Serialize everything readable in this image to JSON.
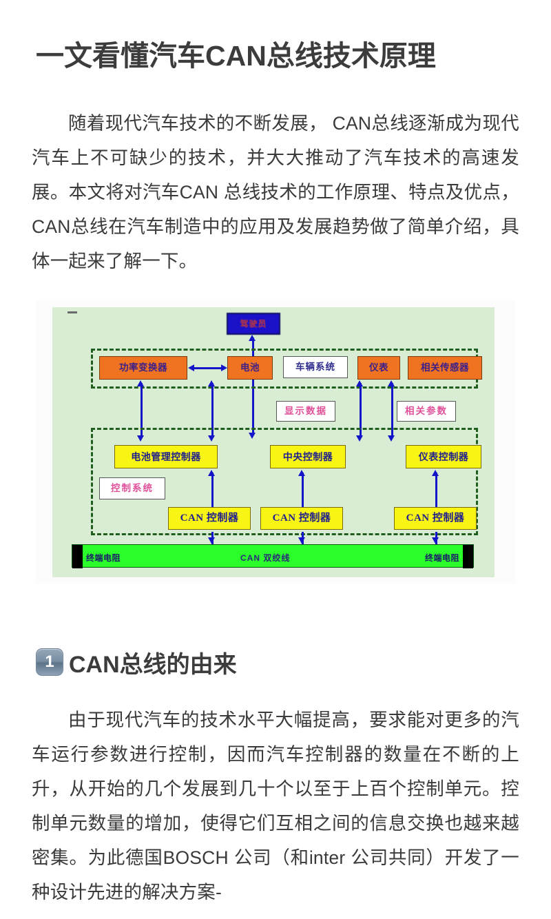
{
  "article": {
    "title": "一文看懂汽车CAN总线技术原理",
    "intro_paragraph": "随着现代汽车技术的不断发展， CAN总线逐渐成为现代汽车上不可缺少的技术，并大大推动了汽车技术的高速发展。本文将对汽车CAN 总线技术的工作原理、特点及优点，CAN总线在汽车制造中的应用及发展趋势做了简单介绍，具体一起来了解一下。"
  },
  "figure": {
    "top_blue_box": "驾驶员",
    "layer1": {
      "power_converter": "功率变换器",
      "battery": "电池",
      "vehicle_system": "车辆系统",
      "instrument": "仪表",
      "related_sensor": "相关传感器"
    },
    "middle_labels": {
      "display_data": "显示数据",
      "related_params": "相关参数"
    },
    "layer2": {
      "control_system": "控制系统",
      "battery_mgmt_controller": "电池管理控制器",
      "central_controller": "中央控制器",
      "instrument_controller": "仪表控制器",
      "can_controller_1": "CAN 控制器",
      "can_controller_2": "CAN 控制器",
      "can_controller_3": "CAN 控制器"
    },
    "bus": {
      "terminator_left": "终端电阻",
      "bus_name": "CAN 双绞线",
      "terminator_right": "终端电阻"
    },
    "colors": {
      "panel_bg": "#d9ecd4",
      "orange_node": "#ef7320",
      "yellow_node": "#f8f413",
      "blue_node": "#1a11c9",
      "bus_green": "#2afd2a",
      "arrow_blue": "#1414c8",
      "dash_green": "#1f5e1f"
    }
  },
  "section": {
    "number": "1",
    "title": "CAN总线的由来",
    "paragraph": "由于现代汽车的技术水平大幅提高，要求能对更多的汽车运行参数进行控制，因而汽车控制器的数量在不断的上升，从开始的几个发展到几十个以至于上百个控制单元。控制单元数量的增加，使得它们互相之间的信息交换也越来越密集。为此德国BOSCH 公司（和inter 公司共同）开发了一种设计先进的解决方案-"
  }
}
